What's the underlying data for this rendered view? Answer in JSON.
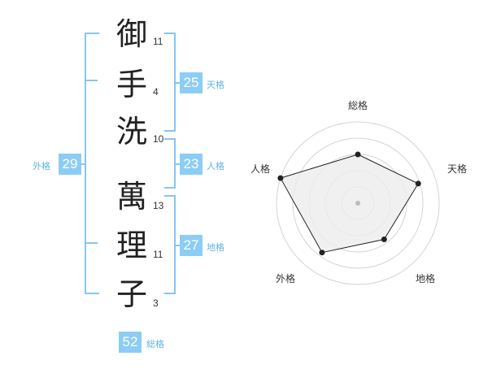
{
  "name_chars": [
    {
      "char": "御",
      "strokes": "11"
    },
    {
      "char": "手",
      "strokes": "4"
    },
    {
      "char": "洗",
      "strokes": "10"
    },
    {
      "char": "萬",
      "strokes": "13"
    },
    {
      "char": "理",
      "strokes": "11"
    },
    {
      "char": "子",
      "strokes": "3"
    }
  ],
  "fortunes": {
    "tenkaku": {
      "value": "25",
      "label": "天格"
    },
    "jinkaku": {
      "value": "23",
      "label": "人格"
    },
    "chikaku": {
      "value": "27",
      "label": "地格"
    },
    "gaikaku": {
      "value": "29",
      "label": "外格"
    },
    "soukaku": {
      "value": "52",
      "label": "総格"
    }
  },
  "radar": {
    "axes": [
      "総格",
      "天格",
      "地格",
      "外格",
      "人格"
    ],
    "values": [
      0.6,
      0.78,
      0.55,
      0.75,
      1.0
    ],
    "max": 1
  },
  "colors": {
    "accent": "#8ccdf5",
    "bracket": "#86c6ef",
    "label": "#5fb4e6"
  }
}
